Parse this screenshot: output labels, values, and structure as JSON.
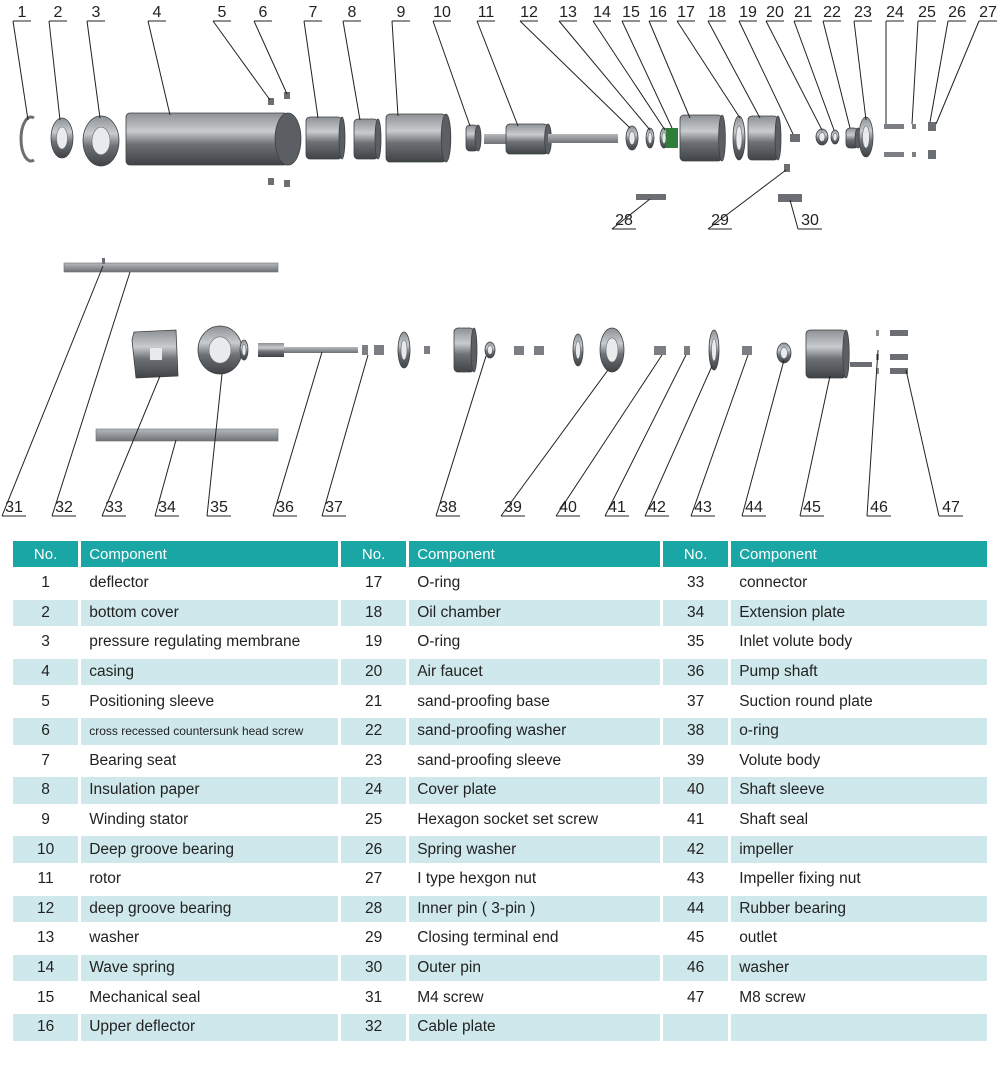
{
  "table": {
    "headers": [
      {
        "no": "No.",
        "component": "Component"
      },
      {
        "no": "No.",
        "component": "Component"
      },
      {
        "no": "No.",
        "component": "Component"
      }
    ],
    "rows": [
      [
        {
          "no": "1",
          "name": "deflector"
        },
        {
          "no": "17",
          "name": "O-ring"
        },
        {
          "no": "33",
          "name": "connector"
        }
      ],
      [
        {
          "no": "2",
          "name": "bottom cover"
        },
        {
          "no": "18",
          "name": "Oil chamber"
        },
        {
          "no": "34",
          "name": "Extension plate"
        }
      ],
      [
        {
          "no": "3",
          "name": "pressure regulating membrane"
        },
        {
          "no": "19",
          "name": "O-ring"
        },
        {
          "no": "35",
          "name": "Inlet volute body"
        }
      ],
      [
        {
          "no": "4",
          "name": "casing"
        },
        {
          "no": "20",
          "name": "Air faucet"
        },
        {
          "no": "36",
          "name": "Pump shaft"
        }
      ],
      [
        {
          "no": "5",
          "name": "Positioning sleeve"
        },
        {
          "no": "21",
          "name": "sand-proofing base"
        },
        {
          "no": "37",
          "name": "Suction round plate"
        }
      ],
      [
        {
          "no": "6",
          "name": "cross recessed countersunk head screw"
        },
        {
          "no": "22",
          "name": "sand-proofing washer"
        },
        {
          "no": "38",
          "name": "o-ring"
        }
      ],
      [
        {
          "no": "7",
          "name": "Bearing seat"
        },
        {
          "no": "23",
          "name": "sand-proofing sleeve"
        },
        {
          "no": "39",
          "name": "Volute body"
        }
      ],
      [
        {
          "no": "8",
          "name": "Insulation paper"
        },
        {
          "no": "24",
          "name": "Cover plate"
        },
        {
          "no": "40",
          "name": "Shaft sleeve"
        }
      ],
      [
        {
          "no": "9",
          "name": "Winding stator"
        },
        {
          "no": "25",
          "name": "Hexagon socket set screw"
        },
        {
          "no": "41",
          "name": "Shaft seal"
        }
      ],
      [
        {
          "no": "10",
          "name": "Deep groove bearing"
        },
        {
          "no": "26",
          "name": "Spring washer"
        },
        {
          "no": "42",
          "name": "impeller"
        }
      ],
      [
        {
          "no": "11",
          "name": "rotor"
        },
        {
          "no": "27",
          "name": "I type hexgon nut"
        },
        {
          "no": "43",
          "name": "Impeller fixing nut"
        }
      ],
      [
        {
          "no": "12",
          "name": "deep groove bearing"
        },
        {
          "no": "28",
          "name": "Inner pin ( 3-pin )"
        },
        {
          "no": "44",
          "name": "Rubber bearing"
        }
      ],
      [
        {
          "no": "13",
          "name": "washer"
        },
        {
          "no": "29",
          "name": "Closing terminal end"
        },
        {
          "no": "45",
          "name": "outlet"
        }
      ],
      [
        {
          "no": "14",
          "name": "Wave spring"
        },
        {
          "no": "30",
          "name": "Outer pin"
        },
        {
          "no": "46",
          "name": "washer"
        }
      ],
      [
        {
          "no": "15",
          "name": "Mechanical seal"
        },
        {
          "no": "31",
          "name": "M4 screw"
        },
        {
          "no": "47",
          "name": "M8 screw"
        }
      ],
      [
        {
          "no": "16",
          "name": "Upper deflector"
        },
        {
          "no": "32",
          "name": "Cable plate"
        },
        {
          "no": "",
          "name": ""
        }
      ]
    ]
  },
  "callouts_top": [
    "1",
    "2",
    "3",
    "4",
    "5",
    "6",
    "7",
    "8",
    "9",
    "10",
    "11",
    "12",
    "13",
    "14",
    "15",
    "16",
    "17",
    "18",
    "19",
    "20",
    "21",
    "22",
    "23",
    "24",
    "25",
    "26",
    "27"
  ],
  "callouts_mid": [
    "28",
    "29",
    "30"
  ],
  "callouts_bottom": [
    "31",
    "32",
    "33",
    "34",
    "35",
    "36",
    "37",
    "38",
    "39",
    "40",
    "41",
    "42",
    "43",
    "44",
    "45",
    "46",
    "47"
  ],
  "colors": {
    "header": "#1aa6a4",
    "row_alt": "#cfe8ec",
    "part": "#6b6f73",
    "part_light": "#a9adb1"
  }
}
